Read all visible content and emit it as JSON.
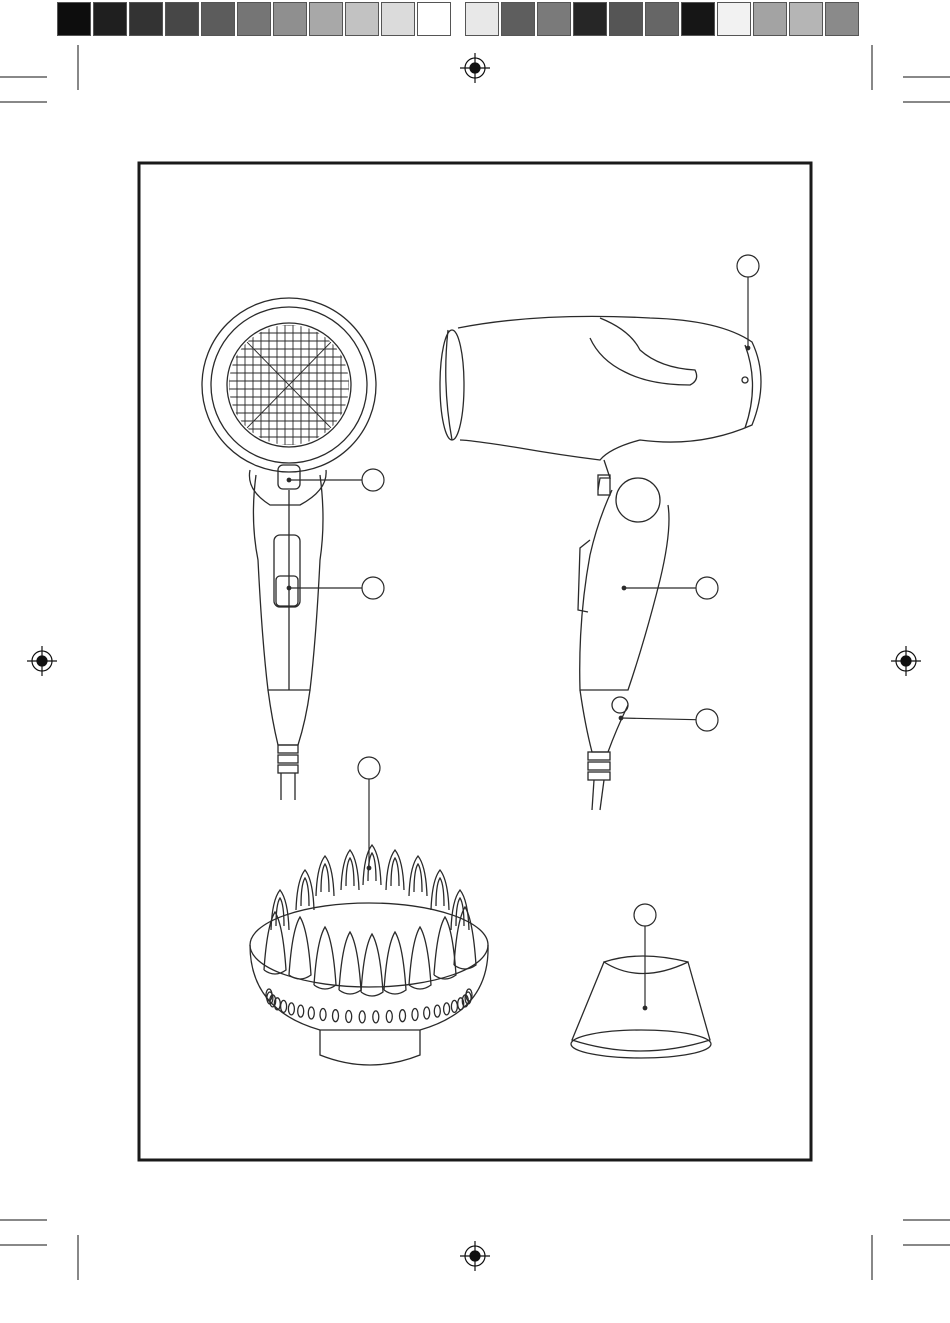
{
  "print_marks": {
    "color_bar": [
      "#0d0d0d",
      "#1f1f1f",
      "#333333",
      "#474747",
      "#5c5c5c",
      "#757575",
      "#8f8f8f",
      "#a8a8a8",
      "#c2c2c2",
      "#dbdbdb",
      "#ffffff",
      "#e8e8e8",
      "#5e5e5e",
      "#7a7a7a",
      "#262626",
      "#555555",
      "#666666",
      "#161616",
      "#f2f2f2",
      "#a3a3a3",
      "#b5b5b5",
      "#8a8a8a"
    ]
  },
  "figure": {
    "frame_color": "#1a1a1a",
    "line_color": "#2a2a2a",
    "callouts": [
      {
        "id": "callout-top-right",
        "label": ""
      },
      {
        "id": "callout-front-button",
        "label": ""
      },
      {
        "id": "callout-front-switch",
        "label": ""
      },
      {
        "id": "callout-side-handle",
        "label": ""
      },
      {
        "id": "callout-side-hook",
        "label": ""
      },
      {
        "id": "callout-diffuser",
        "label": ""
      },
      {
        "id": "callout-concentrator",
        "label": ""
      }
    ]
  }
}
